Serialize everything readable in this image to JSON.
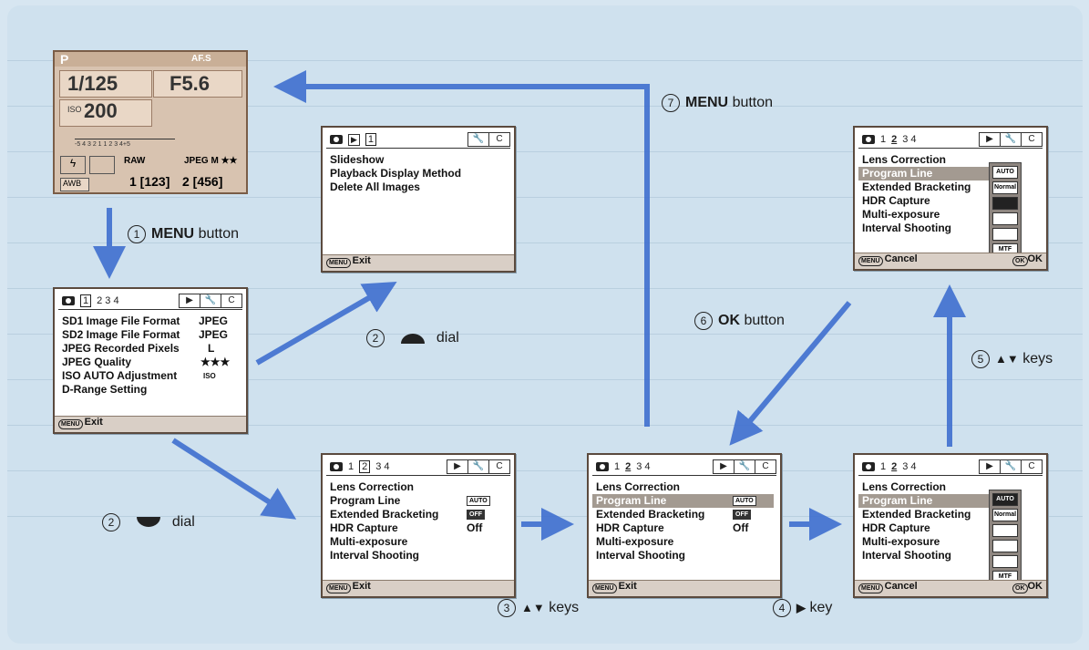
{
  "lcd": {
    "mode": "P",
    "af": "AF.S",
    "shutter": "1/125",
    "aperture": "F5.6",
    "iso_label": "ISO",
    "iso_value": "200",
    "scale": "-5 4 3 2 1  1 2 3 4+5",
    "raw": "RAW",
    "jpeg": "JPEG M ★★",
    "count1": "1 [123]",
    "count2": "2 [456]",
    "awb": "AWB"
  },
  "screens": {
    "s1": {
      "tab_num1": "1",
      "tab_nums": "2  3  4",
      "items": [
        {
          "label": "SD1 Image File Format",
          "value": "JPEG"
        },
        {
          "label": "SD2 Image File Format",
          "value": "JPEG"
        },
        {
          "label": "JPEG Recorded Pixels",
          "value": "L"
        },
        {
          "label": "JPEG Quality",
          "value": "★★★"
        },
        {
          "label": "ISO AUTO Adjustment",
          "value": "ISO"
        },
        {
          "label": "D-Range Setting",
          "value": ""
        }
      ],
      "footer": "Exit"
    },
    "playback": {
      "tab_num": "1",
      "items": [
        "Slideshow",
        "Playback Display Method",
        "Delete All Images"
      ],
      "footer": "Exit"
    },
    "s2": {
      "tab_nums": "1",
      "tab_sel": "2",
      "tab_rest": "3  4",
      "items": [
        {
          "label": "Lens Correction",
          "value": ""
        },
        {
          "label": "Program Line",
          "value": "AUTO"
        },
        {
          "label": "Extended Bracketing",
          "value": "OFF"
        },
        {
          "label": "HDR Capture",
          "value": "Off"
        },
        {
          "label": "Multi-exposure",
          "value": ""
        },
        {
          "label": "Interval Shooting",
          "value": ""
        }
      ],
      "footer": "Exit"
    },
    "s3": {
      "items": [
        {
          "label": "Lens Correction",
          "value": ""
        },
        {
          "label": "Program Line",
          "value": "AUTO"
        },
        {
          "label": "Extended Bracketing",
          "value": "OFF"
        },
        {
          "label": "HDR Capture",
          "value": "Off"
        },
        {
          "label": "Multi-exposure",
          "value": ""
        },
        {
          "label": "Interval Shooting",
          "value": ""
        }
      ],
      "footer": "Exit"
    },
    "s4": {
      "items": [
        "Lens Correction",
        "Program Line",
        "Extended Bracketing",
        "HDR Capture",
        "Multi-exposure",
        "Interval Shooting"
      ],
      "footer_left": "Cancel",
      "footer_right": "OK",
      "popup": [
        "AUTO",
        "Normal",
        "",
        "",
        "",
        "MTF"
      ]
    },
    "s5": {
      "items": [
        "Lens Correction",
        "Program Line",
        "Extended Bracketing",
        "HDR Capture",
        "Multi-exposure",
        "Interval Shooting"
      ],
      "footer_left": "Cancel",
      "footer_right": "OK",
      "popup": [
        "AUTO",
        "Normal",
        "",
        "",
        "",
        "MTF"
      ]
    }
  },
  "tab_icons": {
    "play": "▶",
    "wrench": "🔧",
    "c": "C"
  },
  "menu_pill": "MENU",
  "ok_pill": "OK",
  "steps": [
    {
      "n": "1",
      "bold": "MENU",
      "text": "button"
    },
    {
      "n": "2",
      "bold": "",
      "text": "dial"
    },
    {
      "n": "2",
      "bold": "",
      "text": "dial"
    },
    {
      "n": "3",
      "bold": "▲▼",
      "text": "keys"
    },
    {
      "n": "4",
      "bold": "▶",
      "text": "key"
    },
    {
      "n": "5",
      "bold": "▲▼",
      "text": "keys"
    },
    {
      "n": "6",
      "bold": "OK",
      "text": "button"
    },
    {
      "n": "7",
      "bold": "MENU",
      "text": "button"
    }
  ],
  "colors": {
    "arrow": "#3f6fd0",
    "screen_border": "#5b4a3e",
    "highlight": "#a39a91",
    "background": "#cfe1ee"
  }
}
